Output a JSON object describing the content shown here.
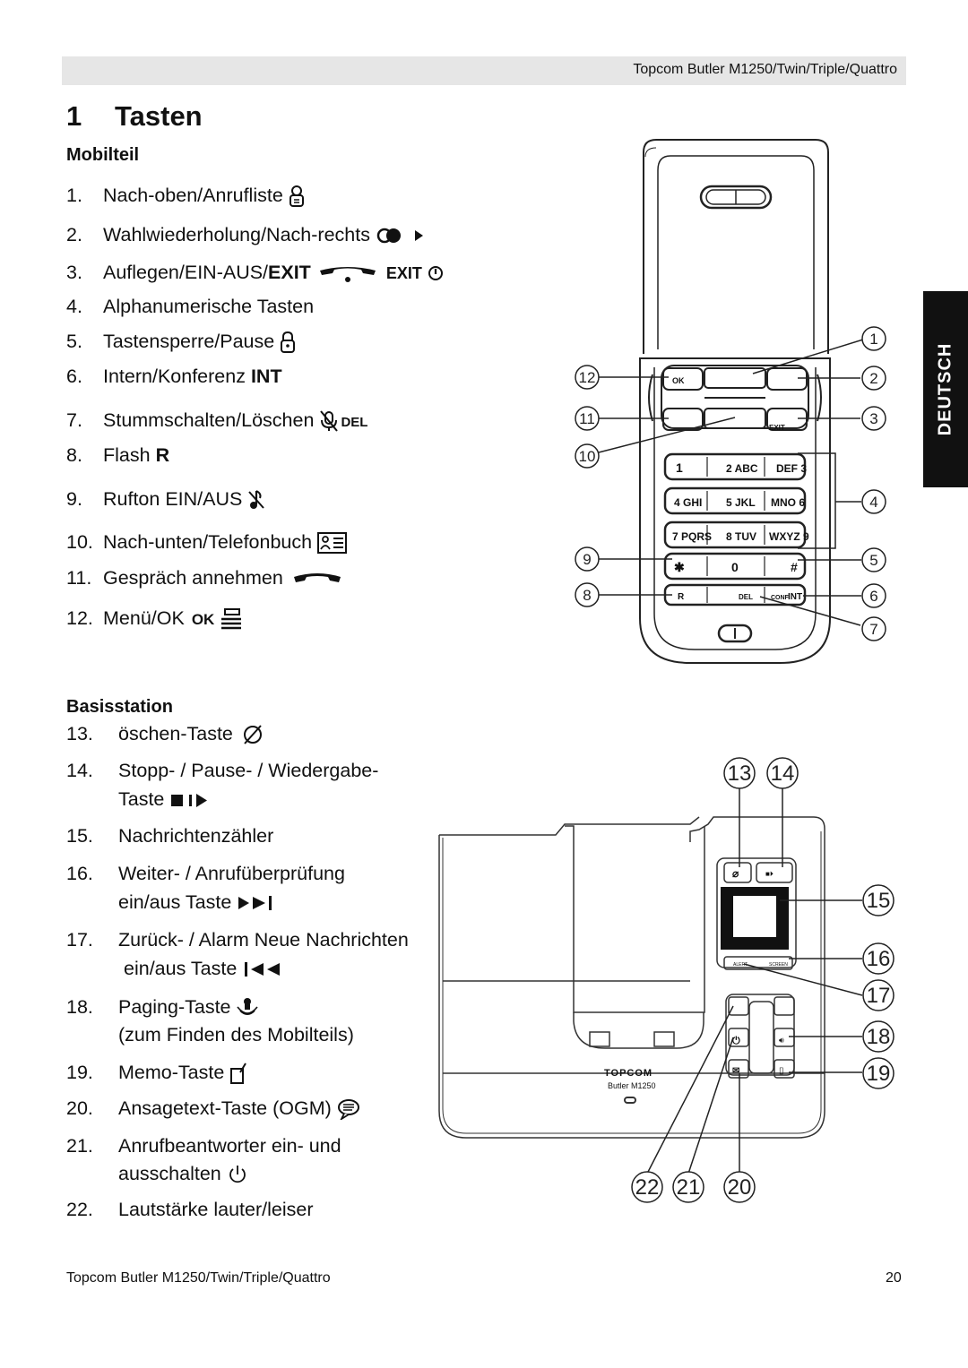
{
  "header": {
    "text": "Topcom Butler M1250/Twin/Triple/Quattro"
  },
  "section": {
    "number": "1",
    "title": "Tasten"
  },
  "side_tab": {
    "label": "DEUTSCH"
  },
  "mobilteil": {
    "heading": "Mobilteil",
    "items": [
      {
        "num": "1.",
        "text": "Nach-oben/Anrufliste",
        "icon": "contact-list-icon"
      },
      {
        "num": "2.",
        "text": "Wahlwiederholung/Nach-rechts",
        "icon": "redial-right-icon"
      },
      {
        "num": "3.",
        "text": "Auflegen/EIN-AUS/",
        "bold": "EXIT",
        "icon": "hangup-exit-icon",
        "icon_text": "EXIT"
      },
      {
        "num": "4.",
        "text": "Alphanumerische Tasten"
      },
      {
        "num": "5.",
        "text": "Tastensperre/Pause",
        "icon": "lock-icon"
      },
      {
        "num": "6.",
        "text": "Intern/Konferenz ",
        "bold": "INT"
      },
      {
        "num": "7.",
        "text": "Stummschalten/Löschen",
        "icon": "mute-delete-icon",
        "icon_text": "DEL"
      },
      {
        "num": "8.",
        "text": "Flash ",
        "bold": "R"
      },
      {
        "num": "9.",
        "text": "Rufton EIN/AUS",
        "icon": "ringer-off-icon"
      },
      {
        "num": "10.",
        "text": "Nach-unten/Telefonbuch",
        "icon": "phonebook-icon"
      },
      {
        "num": "11.",
        "text": "Gespräch annehmen",
        "icon": "answer-call-icon"
      },
      {
        "num": "12.",
        "text": "Menü/OK",
        "icon": "menu-ok-icon",
        "icon_text": "OK"
      }
    ]
  },
  "basisstation": {
    "heading": "Basisstation",
    "items": [
      {
        "num": "13.",
        "text": "öschen-Taste",
        "icon": "delete-icon"
      },
      {
        "num": "14.",
        "text": "Stopp- / Pause- / Wiedergabe-",
        "text2": "Taste",
        "icon": "stop-play-icon"
      },
      {
        "num": "15.",
        "text": "Nachrichtenzähler"
      },
      {
        "num": "16.",
        "text": "Weiter- / Anrufüberprüfung",
        "text2": "ein/aus Taste",
        "icon": "skip-forward-icon"
      },
      {
        "num": "17.",
        "text": "Zurück- / Alarm Neue Nachrichten",
        "text2": "ein/aus Taste",
        "icon": "skip-back-icon"
      },
      {
        "num": "18.",
        "text": "Paging-Taste",
        "text2": "(zum Finden des Mobilteils)",
        "icon": "paging-icon"
      },
      {
        "num": "19.",
        "text": "Memo-Taste",
        "icon": "memo-icon"
      },
      {
        "num": "20.",
        "text": "Ansagetext-Taste (OGM)",
        "icon": "ogm-icon"
      },
      {
        "num": "21.",
        "text": "Anrufbeantworter ein- und",
        "text2": "ausschalten",
        "icon": "power-icon"
      },
      {
        "num": "22.",
        "text": "Lautstärke lauter/leiser"
      }
    ]
  },
  "handset_diagram": {
    "callouts": [
      "1",
      "2",
      "3",
      "4",
      "5",
      "6",
      "7",
      "8",
      "9",
      "10",
      "11",
      "12"
    ],
    "keys": [
      [
        "1",
        "2 ABC",
        "DEF 3"
      ],
      [
        "4 GHI",
        "5 JKL",
        "MNO 6"
      ],
      [
        "7 PQRS",
        "8 TUV",
        "WXYZ 9"
      ],
      [
        "✱",
        "0",
        "#"
      ]
    ],
    "soft_labels": {
      "ok": "OK",
      "exit": "EXIT",
      "r": "R",
      "del": "DEL",
      "conf": "CONF",
      "int": "INT"
    }
  },
  "base_diagram": {
    "callouts": [
      "13",
      "14",
      "15",
      "16",
      "17",
      "18",
      "19",
      "20",
      "21",
      "22"
    ],
    "brand": "TOPCOM",
    "model": "Butler M1250",
    "alert": "ALERT",
    "screen": "SCREEN"
  },
  "footer": {
    "left": "Topcom Butler M1250/Twin/Triple/Quattro",
    "page": "20"
  }
}
